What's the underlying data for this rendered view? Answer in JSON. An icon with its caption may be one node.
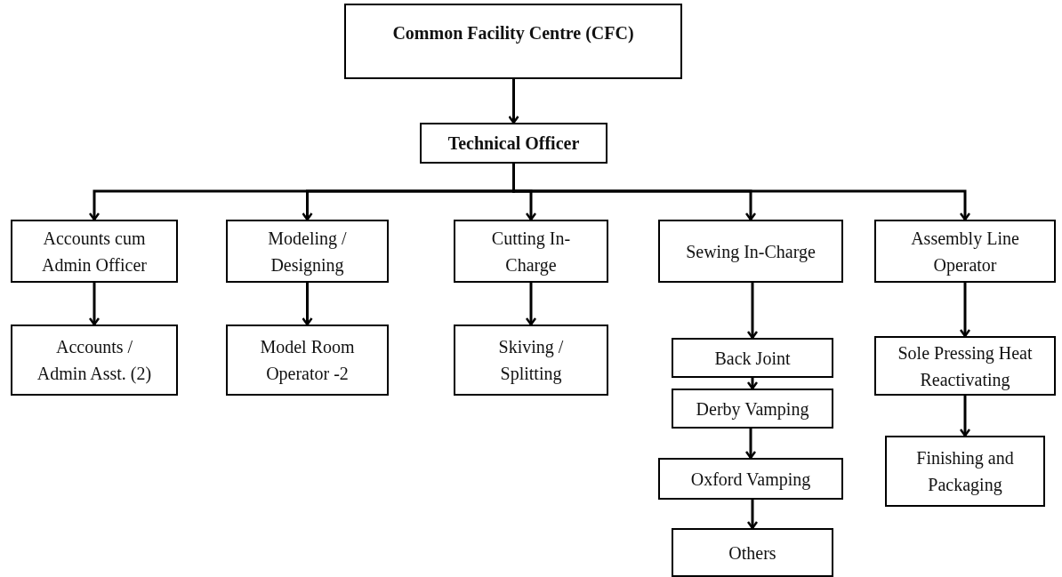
{
  "diagram": {
    "nodes": [
      {
        "text": [
          "Common Facility Centre (CFC)"
        ]
      },
      {
        "text": [
          "Technical Officer"
        ]
      },
      {
        "text": [
          "Accounts cum Admin Officer"
        ]
      },
      {
        "text": [
          "Modeling / Designing"
        ]
      },
      {
        "text": [
          "Cutting In-Charge"
        ]
      },
      {
        "text": [
          "Sewing In-Charge"
        ]
      },
      {
        "text": [
          "Assembly Line Operator"
        ]
      },
      {
        "text": [
          "Accounts / Admin Asst. (2)"
        ]
      },
      {
        "text": [
          "Model Room Operator -2"
        ]
      },
      {
        "text": [
          "Skiving / Splitting"
        ]
      },
      {
        "text": [
          "Back Joint"
        ]
      },
      {
        "text": [
          "Derby Vamping"
        ]
      },
      {
        "text": [
          "Oxford Vamping"
        ]
      },
      {
        "text": [
          "Others"
        ]
      },
      {
        "text": [
          "Sole Pressing Heat Reactivating"
        ]
      },
      {
        "text": [
          "Finishing and Packaging"
        ]
      }
    ],
    "edges": [
      {
        "from": 0,
        "to": 1,
        "arrow": "to"
      },
      {
        "from": 1,
        "to": 2,
        "arrow": "to"
      },
      {
        "from": 1,
        "to": 3,
        "arrow": "to"
      },
      {
        "from": 1,
        "to": 4,
        "arrow": "to"
      },
      {
        "from": 1,
        "to": 5,
        "arrow": "to"
      },
      {
        "from": 1,
        "to": 6,
        "arrow": "to"
      },
      {
        "from": 2,
        "to": 7,
        "arrow": "to"
      },
      {
        "from": 3,
        "to": 8,
        "arrow": "to"
      },
      {
        "from": 4,
        "to": 9,
        "arrow": "to"
      },
      {
        "from": 5,
        "to": 10,
        "arrow": "to"
      },
      {
        "from": 10,
        "to": 11,
        "arrow": "to"
      },
      {
        "from": 11,
        "to": 12,
        "arrow": "to"
      },
      {
        "from": 12,
        "to": 13,
        "arrow": "to"
      },
      {
        "from": 6,
        "to": 14,
        "arrow": "to"
      },
      {
        "from": 14,
        "to": 15,
        "arrow": "to"
      }
    ]
  }
}
